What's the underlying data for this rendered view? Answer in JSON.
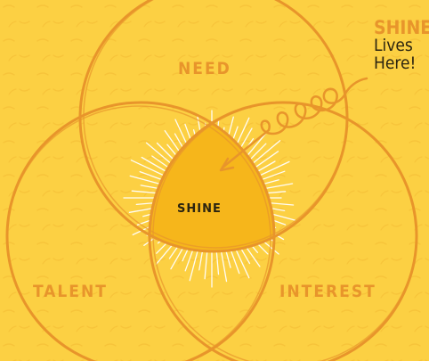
{
  "diagram": {
    "circles": [
      {
        "label": "NEED"
      },
      {
        "label": "TALENT"
      },
      {
        "label": "INTEREST"
      }
    ],
    "center_label": "SHINE",
    "callout": {
      "highlight": "SHINE",
      "line2": "Lives",
      "line3": "Here!"
    }
  },
  "colors": {
    "background": "#fcd043",
    "circle_stroke": "#e8952b",
    "label": "#e8952b",
    "center_fill": "#f6b61b",
    "rays": "#ffffff",
    "text_dark": "#2b2410"
  }
}
